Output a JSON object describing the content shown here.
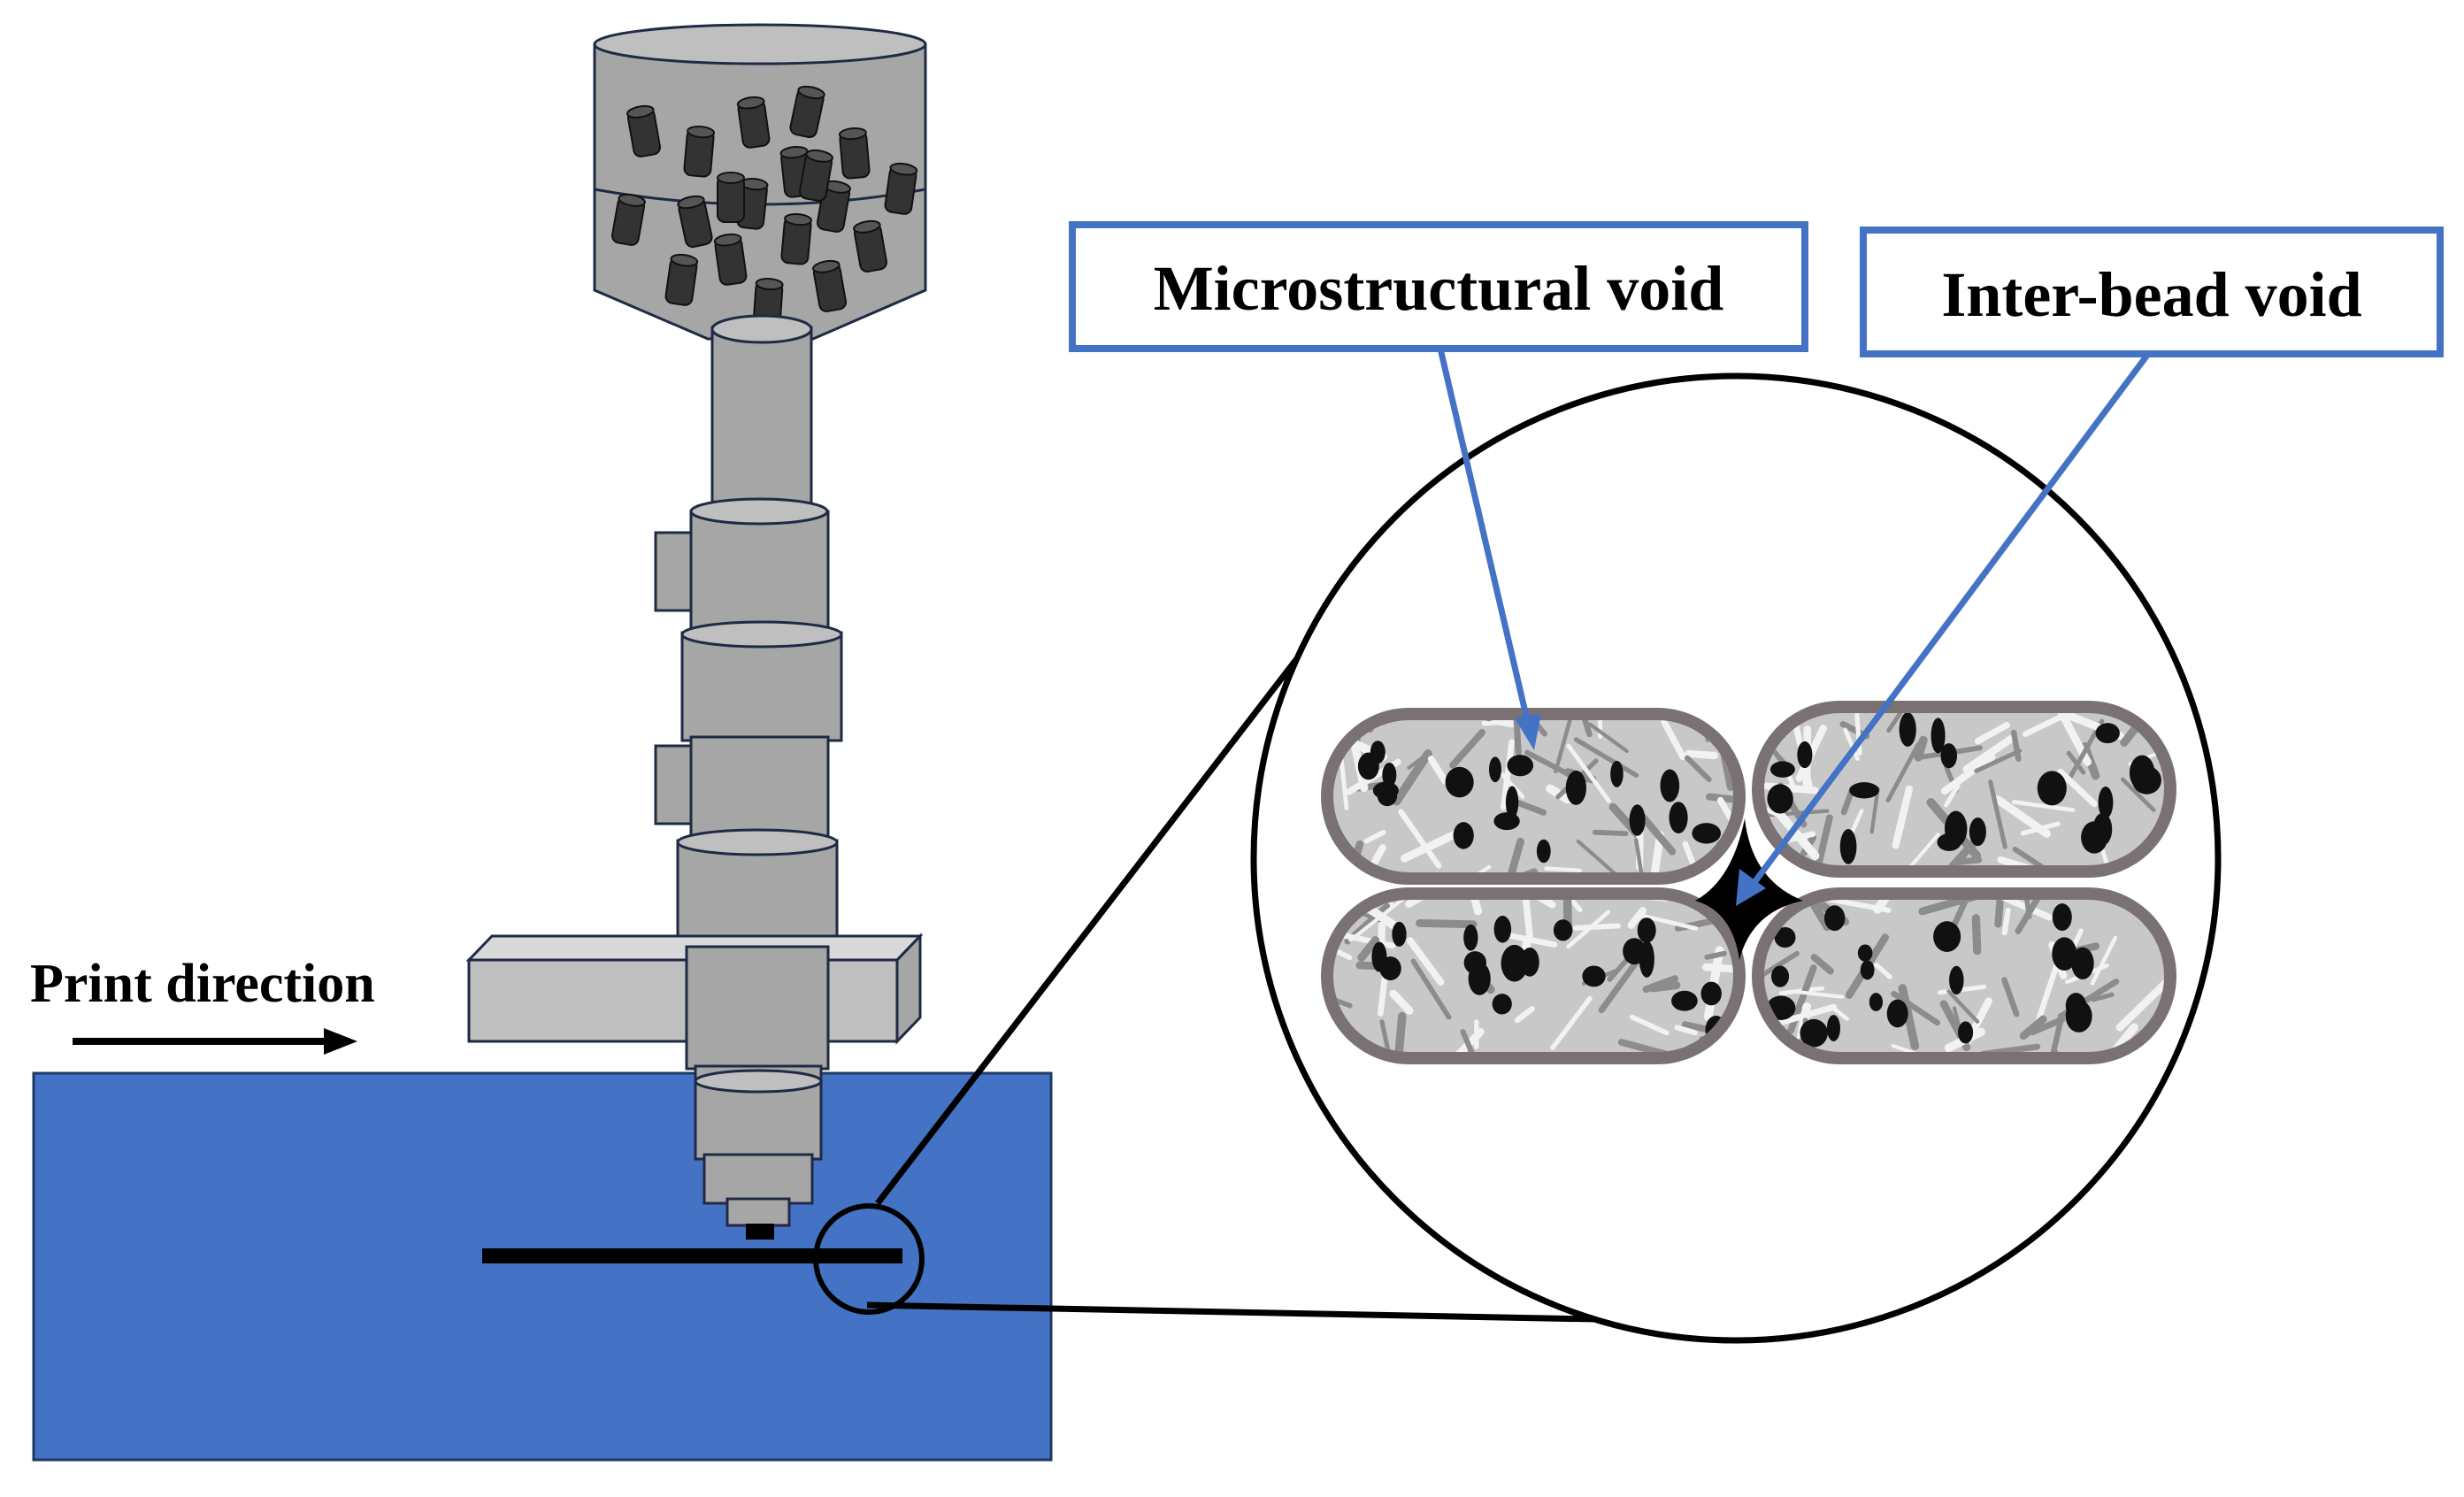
{
  "labels": {
    "microstructural_void": "Microstructural void",
    "inter_bead_void": "Inter-bead void",
    "print_direction": "Print direction"
  },
  "colors": {
    "bed_blue": "#4472C4",
    "callout_border": "#4472C4",
    "pointer_line": "#4472C4",
    "machine_gray": "#A6A6A6",
    "bead_shell": "#7A7272",
    "pellet": "#333333",
    "outline": "#000000"
  },
  "icons": {
    "hopper": "pellet-hopper-icon",
    "extruder": "screw-extruder-icon",
    "arrow": "right-arrow-icon",
    "magnifier": "magnifier-circle-icon"
  }
}
